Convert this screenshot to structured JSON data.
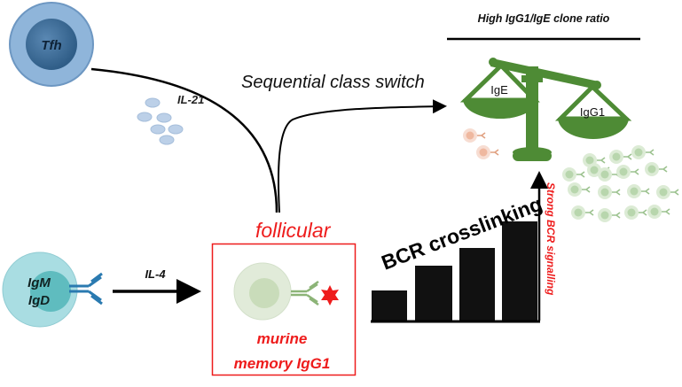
{
  "title": "High IgG1/IgE clone ratio",
  "tfh_label": "Tfh",
  "il21_label": "IL-21",
  "il4_label": "IL-4",
  "naive_cell": {
    "line1": "IgM",
    "line2": "IgD"
  },
  "sequential_label": "Sequential class switch",
  "follicular_label": "follicular",
  "memory_cell": {
    "line1": "murine",
    "line2": "memory IgG1"
  },
  "bcr_label": "BCR crosslinking",
  "signal_label": "Strong BCR signalling",
  "scale": {
    "left_pan": "IgE",
    "right_pan": "IgG1"
  },
  "colors": {
    "red": "#ee1c1c",
    "green": "#4e8b35",
    "blue": "#2a7ab0"
  }
}
